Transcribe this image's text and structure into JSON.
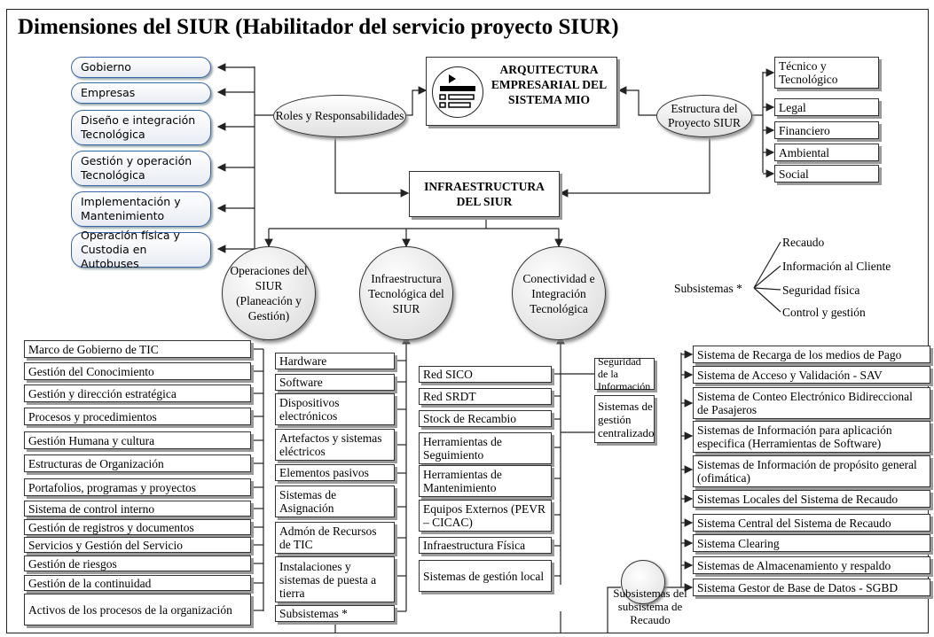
{
  "title": "Dimensiones del SIUR  (Habilitador del servicio proyecto SIUR)",
  "arch_box": "ARQUITECTURA EMPRESARIAL DEL SISTEMA MIO",
  "roles": "Roles y Responsabilidades",
  "estructura": "Estructura del Proyecto SIUR",
  "infra": "INFRAESTRUCTURA DEL SIUR",
  "roles_items": [
    "Gobierno",
    "Empresas",
    "Diseño e integración Tecnológica",
    "Gestión y operación Tecnológica",
    "Implementación y Mantenimiento",
    "Operación física y Custodia en Autobuses"
  ],
  "estructura_items": [
    "Técnico y Tecnológico",
    "Legal",
    "Financiero",
    "Ambiental",
    "Social"
  ],
  "circle_ops": "Operaciones del SIUR (Planeación y Gestión)",
  "circle_infra": "Infraestructura Tecnológica del SIUR",
  "circle_conect": "Conectividad e Integración Tecnológica",
  "subsistemas_label": "Subsistemas *",
  "subsistemas_items": [
    "Recaudo",
    "Información al Cliente",
    "Seguridad física",
    "Control y gestión"
  ],
  "ops_items": [
    "Marco de Gobierno de TIC",
    "Gestión del Conocimiento",
    "Gestión y dirección estratégica",
    "Procesos y procedimientos",
    "Gestión Humana y cultura",
    "Estructuras de Organización",
    "Portafolios, programas y proyectos",
    "Sistema de control interno",
    "Gestión de registros y documentos",
    "Servicios y Gestión del Servicio",
    "Gestión de riesgos",
    "Gestión de la continuidad",
    "Activos de los procesos de la organización"
  ],
  "infra_items": [
    "Hardware",
    "Software",
    "Dispositivos electrónicos",
    "Artefactos y sistemas eléctricos",
    "Elementos pasivos",
    "Sistemas de Asignación",
    "Admón de Recursos de TIC",
    "Instalaciones y sistemas de puesta a tierra",
    "Subsistemas *"
  ],
  "conect_items": [
    "Red SICO",
    "Red SRDT",
    "Stock de Recambio",
    "Herramientas de Seguimiento",
    "Herramientas de Mantenimiento",
    "Equipos Externos (PEVR – CICAC)",
    "Infraestructura Física",
    "Sistemas de gestión local"
  ],
  "conect_side": [
    "Seguridad de la Información",
    "Sistemas de gestión centralizado"
  ],
  "recaudo_circle": "Subsistemas del subsistema de Recaudo",
  "recaudo_items": [
    "Sistema de Recarga de los medios de Pago",
    "Sistema de Acceso y Validación - SAV",
    "Sistema de Conteo Electrónico Bidireccional de Pasajeros",
    "Sistemas de Información para aplicación especifica (Herramientas de Software)",
    "Sistemas de Información de propósito general (ofimática)",
    "Sistemas Locales del Sistema de Recaudo",
    "Sistema Central del Sistema de Recaudo",
    "Sistema Clearing",
    "Sistemas de Almacenamiento y respaldo",
    "Sistema Gestor de Base de Datos - SGBD"
  ]
}
